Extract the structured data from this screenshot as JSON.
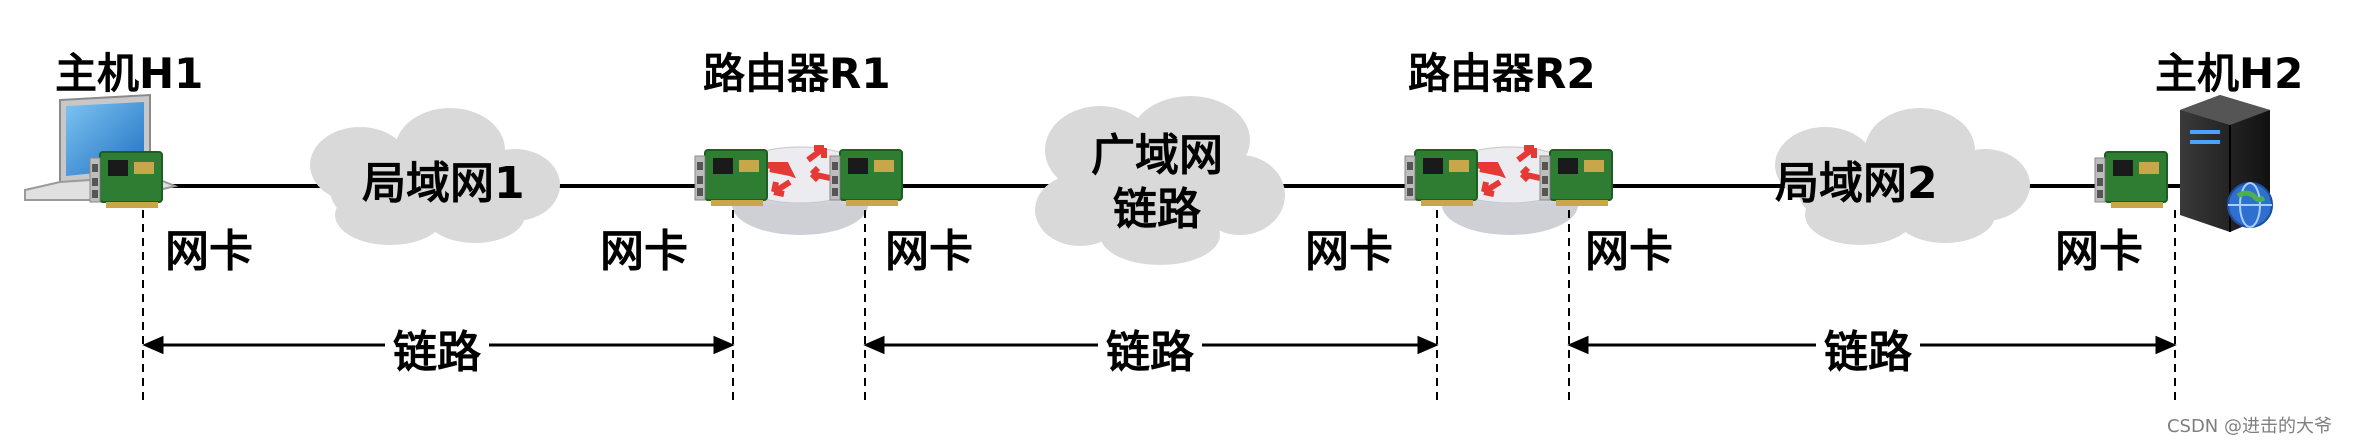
{
  "nodes": {
    "host1": {
      "label": "主机H1"
    },
    "router1": {
      "label": "路由器R1"
    },
    "router2": {
      "label": "路由器R2"
    },
    "host2": {
      "label": "主机H2"
    }
  },
  "clouds": {
    "lan1": {
      "label": "局域网1"
    },
    "wan_line1": "广域网",
    "wan_line2": "链路",
    "lan2": {
      "label": "局域网2"
    }
  },
  "nic_label": "网卡",
  "link_label": "链路",
  "watermark": "CSDN @进击的大爷",
  "colors": {
    "line": "#000000",
    "cloud": "#d9d9d9",
    "nic_board": "#2e7d32",
    "router_arrow": "#e53935",
    "router_body": "#e6e6ea",
    "host2_globe": "#2f6fd0",
    "laptop_screen": "#3a8fd8"
  }
}
